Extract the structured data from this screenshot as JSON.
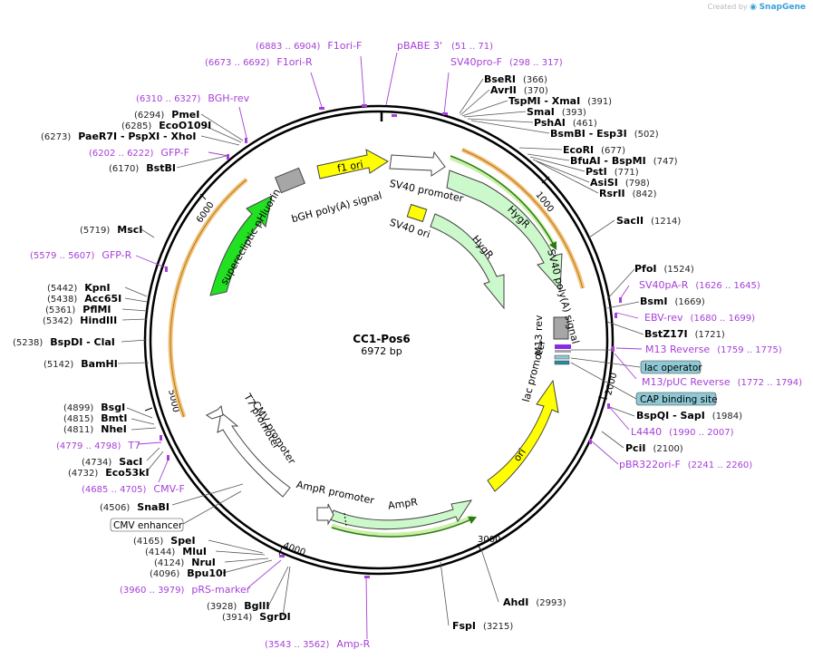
{
  "watermark": {
    "prefix": "Created by",
    "brand": "SnapGene"
  },
  "plasmid": {
    "name": "CC1-Pos6",
    "length": "6972 bp"
  },
  "ticks": [
    "1000",
    "2000",
    "3000",
    "4000",
    "5000",
    "6000"
  ],
  "features": [
    {
      "label": "f1 ori",
      "color": "#ffff00"
    },
    {
      "label": "SV40 promoter",
      "color": "#ffffff"
    },
    {
      "label": "HygR",
      "color": "#ccf9cc"
    },
    {
      "label": "HygR",
      "color": "#ccf9cc"
    },
    {
      "label": "SV40 ori",
      "color": "#ffff00"
    },
    {
      "label": "SV40 poly(A) signal",
      "color": "#a6a6a6"
    },
    {
      "label": "bGH poly(A) signal",
      "color": "#a6a6a6"
    },
    {
      "label": "superecliptic pHluorin",
      "color": "#22e022"
    },
    {
      "label": "M13 rev",
      "color": "#a6a6a6"
    },
    {
      "label": "lac promoter",
      "color": "#ffffff"
    },
    {
      "label": "ori",
      "color": "#ffff00"
    },
    {
      "label": "AmpR",
      "color": "#ccf9cc"
    },
    {
      "label": "AmpR promoter",
      "color": "#ffffff"
    },
    {
      "label": "CMV promoter",
      "color": "#ffffff"
    },
    {
      "label": "T7 promoter",
      "color": "#ffffff"
    }
  ],
  "boxed_labels": [
    {
      "text": "lac operator",
      "color": "#8ec8d4"
    },
    {
      "text": "CAP binding site",
      "color": "#8ec8d4"
    },
    {
      "text": "CMV enhancer",
      "color": "#ffffff"
    }
  ],
  "sites": [
    {
      "name": "BseRI",
      "pos": "(366)",
      "type": "enzyme"
    },
    {
      "name": "AvrII",
      "pos": "(370)",
      "type": "enzyme"
    },
    {
      "name": "TspMI - XmaI",
      "pos": "(391)",
      "type": "enzyme"
    },
    {
      "name": "SmaI",
      "pos": "(393)",
      "type": "enzyme"
    },
    {
      "name": "PshAI",
      "pos": "(461)",
      "type": "enzyme"
    },
    {
      "name": "BsmBI - Esp3I",
      "pos": "(502)",
      "type": "enzyme"
    },
    {
      "name": "EcoRI",
      "pos": "(677)",
      "type": "enzyme"
    },
    {
      "name": "BfuAI - BspMI",
      "pos": "(747)",
      "type": "enzyme"
    },
    {
      "name": "PstI",
      "pos": "(771)",
      "type": "enzyme"
    },
    {
      "name": "AsiSI",
      "pos": "(798)",
      "type": "enzyme"
    },
    {
      "name": "RsrII",
      "pos": "(842)",
      "type": "enzyme"
    },
    {
      "name": "SacII",
      "pos": "(1214)",
      "type": "enzyme"
    },
    {
      "name": "PfoI",
      "pos": "(1524)",
      "type": "enzyme"
    },
    {
      "name": "SV40pA-R",
      "pos": "(1626 .. 1645)",
      "type": "primer"
    },
    {
      "name": "BsmI",
      "pos": "(1669)",
      "type": "enzyme"
    },
    {
      "name": "EBV-rev",
      "pos": "(1680 .. 1699)",
      "type": "primer"
    },
    {
      "name": "BstZ17I",
      "pos": "(1721)",
      "type": "enzyme"
    },
    {
      "name": "M13 Reverse",
      "pos": "(1759 .. 1775)",
      "type": "primer"
    },
    {
      "name": "M13/pUC Reverse",
      "pos": "(1772 .. 1794)",
      "type": "primer"
    },
    {
      "name": "BspQI - SapI",
      "pos": "(1984)",
      "type": "enzyme"
    },
    {
      "name": "L4440",
      "pos": "(1990 .. 2007)",
      "type": "primer"
    },
    {
      "name": "PciI",
      "pos": "(2100)",
      "type": "enzyme"
    },
    {
      "name": "pBR322ori-F",
      "pos": "(2241 .. 2260)",
      "type": "primer"
    },
    {
      "name": "AhdI",
      "pos": "(2993)",
      "type": "enzyme"
    },
    {
      "name": "FspI",
      "pos": "(3215)",
      "type": "enzyme"
    },
    {
      "name": "Amp-R",
      "pos": "(3543 .. 3562)",
      "type": "primer"
    },
    {
      "name": "SgrDI",
      "pos": "(3914)",
      "type": "enzyme"
    },
    {
      "name": "BglII",
      "pos": "(3928)",
      "type": "enzyme"
    },
    {
      "name": "pRS-marker",
      "pos": "(3960 .. 3979)",
      "type": "primer"
    },
    {
      "name": "Bpu10I",
      "pos": "(4096)",
      "type": "enzyme"
    },
    {
      "name": "NruI",
      "pos": "(4124)",
      "type": "enzyme"
    },
    {
      "name": "MluI",
      "pos": "(4144)",
      "type": "enzyme"
    },
    {
      "name": "SpeI",
      "pos": "(4165)",
      "type": "enzyme"
    },
    {
      "name": "SnaBI",
      "pos": "(4506)",
      "type": "enzyme"
    },
    {
      "name": "CMV-F",
      "pos": "(4685 .. 4705)",
      "type": "primer"
    },
    {
      "name": "Eco53kI",
      "pos": "(4732)",
      "type": "enzyme"
    },
    {
      "name": "SacI",
      "pos": "(4734)",
      "type": "enzyme"
    },
    {
      "name": "T7",
      "pos": "(4779 .. 4798)",
      "type": "primer"
    },
    {
      "name": "NheI",
      "pos": "(4811)",
      "type": "enzyme"
    },
    {
      "name": "BmtI",
      "pos": "(4815)",
      "type": "enzyme"
    },
    {
      "name": "BsgI",
      "pos": "(4899)",
      "type": "enzyme"
    },
    {
      "name": "BamHI",
      "pos": "(5142)",
      "type": "enzyme"
    },
    {
      "name": "BspDI - ClaI",
      "pos": "(5238)",
      "type": "enzyme"
    },
    {
      "name": "HindIII",
      "pos": "(5342)",
      "type": "enzyme"
    },
    {
      "name": "PflMI",
      "pos": "(5361)",
      "type": "enzyme"
    },
    {
      "name": "Acc65I",
      "pos": "(5438)",
      "type": "enzyme"
    },
    {
      "name": "KpnI",
      "pos": "(5442)",
      "type": "enzyme"
    },
    {
      "name": "GFP-R",
      "pos": "(5579 .. 5607)",
      "type": "primer"
    },
    {
      "name": "MscI",
      "pos": "(5719)",
      "type": "enzyme"
    },
    {
      "name": "BstBI",
      "pos": "(6170)",
      "type": "enzyme"
    },
    {
      "name": "GFP-F",
      "pos": "(6202 .. 6222)",
      "type": "primer"
    },
    {
      "name": "PaeR7I - PspXI - XhoI",
      "pos": "(6273)",
      "type": "enzyme"
    },
    {
      "name": "EcoO109I",
      "pos": "(6285)",
      "type": "enzyme"
    },
    {
      "name": "PmeI",
      "pos": "(6294)",
      "type": "enzyme"
    },
    {
      "name": "BGH-rev",
      "pos": "(6310 .. 6327)",
      "type": "primer"
    },
    {
      "name": "F1ori-R",
      "pos": "(6673 .. 6692)",
      "type": "primer"
    },
    {
      "name": "F1ori-F",
      "pos": "(6883 .. 6904)",
      "type": "primer"
    },
    {
      "name": "pBABE 3'",
      "pos": "",
      "type": "primer"
    },
    {
      "name": "SV40pro-F",
      "pos": "(298 .. 317)",
      "type": "primer"
    },
    {
      "name": "",
      "pos": "(51 .. 71)",
      "type": "primer"
    }
  ]
}
